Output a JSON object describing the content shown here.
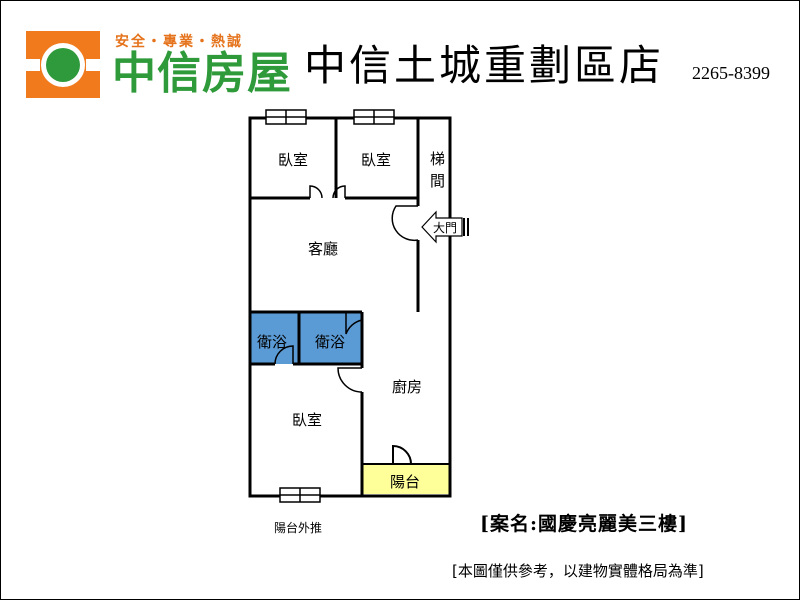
{
  "header": {
    "slogan": "安全・專業・熱誠",
    "brand": "中信房屋",
    "store": "中信土城重劃區店",
    "phone": "2265-8399"
  },
  "rooms": {
    "bedroom_top_left": "臥室",
    "bedroom_top_right": "臥室",
    "stairs": "梯\n間",
    "main_door": "大門",
    "living_room": "客廳",
    "bath_left": "衛浴",
    "bath_right": "衛浴",
    "kitchen": "廚房",
    "bedroom_bottom": "臥室",
    "balcony": "陽台",
    "balcony_push": "陽台外推"
  },
  "footer": {
    "case_name": "[案名:國慶亮麗美三樓]",
    "disclaimer": "[本圖僅供參考，以建物實體格局為準]"
  },
  "colors": {
    "brand_orange": "#f07a1c",
    "brand_green": "#2e9a3a",
    "bath_blue": "#5b9bd5",
    "balcony_yellow": "#ffff99"
  }
}
